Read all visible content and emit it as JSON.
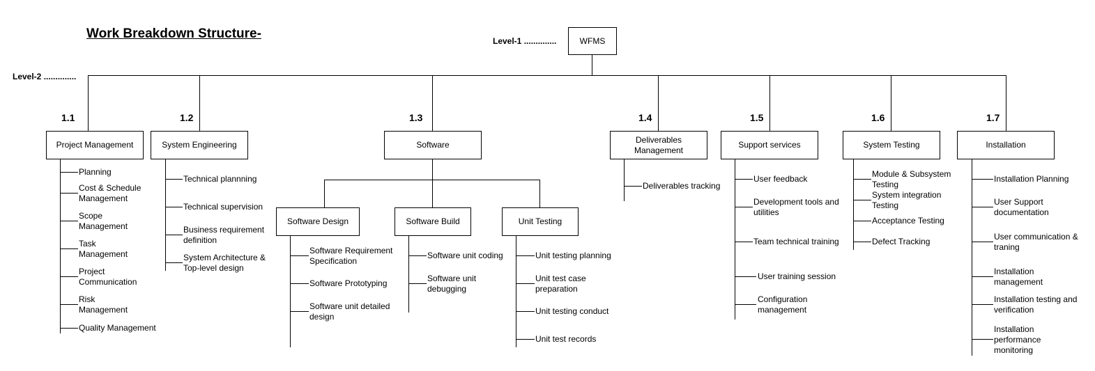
{
  "title": "Work Breakdown Structure-",
  "level1_label": "Level-1 ..............",
  "level2_label": "Level-2 ..............",
  "root": "WFMS",
  "branches": [
    {
      "num": "1.1",
      "label": "Project Management",
      "items": [
        "Planning",
        "Cost & Schedule Management",
        "Scope Management",
        "Task Management",
        "Project Communication",
        "Risk Management",
        "Quality Management"
      ]
    },
    {
      "num": "1.2",
      "label": "System Engineering",
      "items": [
        "Technical plannning",
        "Technical supervision",
        "Business requirement definition",
        "System Architecture & Top-level design"
      ]
    },
    {
      "num": "1.3",
      "label": "Software",
      "children": [
        {
          "label": "Software Design",
          "items": [
            "Software Requirement Specification",
            "Software Prototyping",
            "Software unit detailed design"
          ]
        },
        {
          "label": "Software Build",
          "items": [
            "Software unit coding",
            "Software unit debugging"
          ]
        },
        {
          "label": "Unit Testing",
          "items": [
            "Unit testing planning",
            "Unit test case preparation",
            "Unit testing conduct",
            "Unit test records"
          ]
        }
      ]
    },
    {
      "num": "1.4",
      "label": "Deliverables Management",
      "items": [
        "Deliverables tracking"
      ]
    },
    {
      "num": "1.5",
      "label": "Support services",
      "items": [
        "User feedback",
        "Development tools and utilities",
        "Team technical training",
        "User training session",
        "Configuration management"
      ]
    },
    {
      "num": "1.6",
      "label": "System Testing",
      "items": [
        "Module & Subsystem Testing",
        "System integration Testing",
        "Acceptance Testing",
        "Defect Tracking"
      ]
    },
    {
      "num": "1.7",
      "label": "Installation",
      "items": [
        "Installation Planning",
        "User Support documentation",
        "User communication & traning",
        "Installation management",
        "Installation testing and verification",
        "Installation performance monitoring"
      ]
    }
  ]
}
